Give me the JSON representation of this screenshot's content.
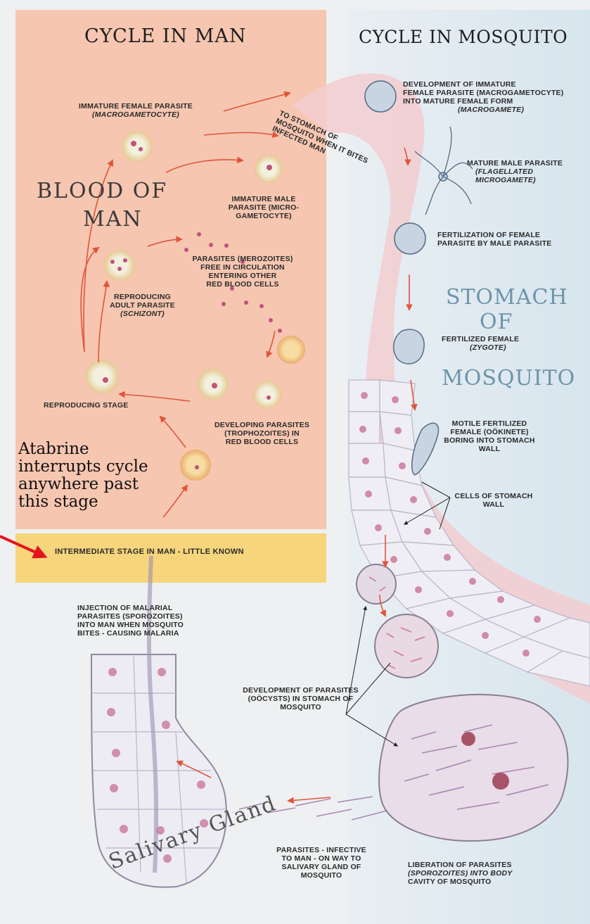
{
  "titles": {
    "cycle_in_man": "CYCLE IN MAN",
    "cycle_in_mosquito": "CYCLE IN MOSQUITO"
  },
  "big_labels": {
    "blood": "BLOOD OF",
    "man": "MAN",
    "stomach": "STOMACH",
    "of": "OF",
    "mosquito": "MOSQUITO",
    "salivary_gland": "Salivary Gland"
  },
  "atabrine": [
    "Atabrine",
    "interrupts cycle",
    "anywhere past",
    "this stage"
  ],
  "intermediate": "INTERMEDIATE STAGE IN MAN - LITTLE KNOWN",
  "labels": {
    "immature_female": [
      "IMMATURE FEMALE PARASITE",
      "(MACROGAMETOCYTE)"
    ],
    "immature_male": [
      "IMMATURE MALE",
      "PARASITE (MICRO-",
      "GAMETOCYTE)"
    ],
    "merozoites": [
      "PARASITES (MEROZOITES)",
      "FREE IN CIRCULATION",
      "ENTERING OTHER",
      "RED BLOOD CELLS"
    ],
    "schizont": [
      "REPRODUCING",
      "ADULT PARASITE",
      "(SCHIZONT)"
    ],
    "reproducing_stage": "REPRODUCING STAGE",
    "trophozoites": [
      "DEVELOPING PARASITES",
      "(TROPHOZOITES) IN",
      "RED BLOOD CELLS"
    ],
    "to_stomach": "TO STOMACH OF MOSQUITO WHEN IT BITES INFECTED MAN",
    "development_female": [
      "DEVELOPMENT OF IMMATURE",
      "FEMALE PARASITE (MACROGAMETOCYTE)",
      "INTO MATURE FEMALE FORM",
      "(MACROGAMETE)"
    ],
    "mature_male": [
      "MATURE MALE PARASITE",
      "(FLAGELLATED",
      "MICROGAMETE)"
    ],
    "fertilization": [
      "FERTILIZATION OF FEMALE",
      "PARASITE BY MALE PARASITE"
    ],
    "zygote": [
      "FERTILIZED FEMALE",
      "(ZYGOTE)"
    ],
    "ookinete": [
      "MOTILE FERTILIZED",
      "FEMALE (OÖKINETE)",
      "BORING INTO STOMACH",
      "WALL"
    ],
    "cells_wall": [
      "CELLS OF STOMACH",
      "WALL"
    ],
    "injection": [
      "INJECTION OF MALARIAL",
      "PARASITES (SPOROZOITES)",
      "INTO MAN WHEN MOSQUITO",
      "BITES - CAUSING MALARIA"
    ],
    "oocysts": [
      "DEVELOPMENT OF PARASITES",
      "(OÖCYSTS) IN STOMACH OF",
      "MOSQUITO"
    ],
    "infective": [
      "PARASITES - INFECTIVE",
      "TO MAN - ON WAY TO",
      "SALIVARY GLAND OF",
      "MOSQUITO"
    ],
    "liberation": [
      "LIBERATION OF PARASITES",
      "(SPOROZOITES) INTO BODY",
      "CAVITY OF MOSQUITO"
    ]
  },
  "colors": {
    "man_panel": "#f6c6b0",
    "mosquito_panel": "#dfe9ef",
    "intermediate_band": "#f6d57c",
    "arrow": "#e0553a",
    "pointer_arrow": "#e3141b",
    "cell_fill": "#eeeef4",
    "nucleus": "#c46a8e"
  }
}
